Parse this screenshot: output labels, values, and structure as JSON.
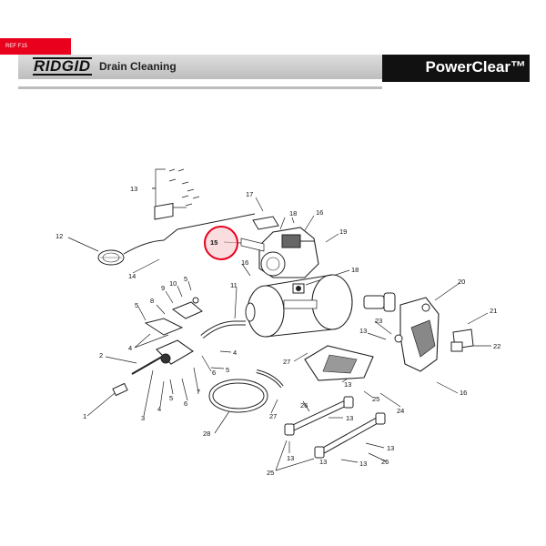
{
  "header": {
    "ref_tag": "REF F15",
    "brand": "RIDGID",
    "section": "Drain Cleaning",
    "product": "PowerClear™"
  },
  "callouts": [
    {
      "id": "c-13a",
      "text": "13"
    },
    {
      "id": "c-17",
      "text": "17"
    },
    {
      "id": "c-18a",
      "text": "18"
    },
    {
      "id": "c-16a",
      "text": "16"
    },
    {
      "id": "c-19",
      "text": "19"
    },
    {
      "id": "c-12",
      "text": "12"
    },
    {
      "id": "c-15",
      "text": "15"
    },
    {
      "id": "c-16b",
      "text": "16"
    },
    {
      "id": "c-18b",
      "text": "18"
    },
    {
      "id": "c-14",
      "text": "14"
    },
    {
      "id": "c-9",
      "text": "9"
    },
    {
      "id": "c-10",
      "text": "10"
    },
    {
      "id": "c-5a",
      "text": "5"
    },
    {
      "id": "c-11",
      "text": "11"
    },
    {
      "id": "c-5b",
      "text": "5"
    },
    {
      "id": "c-8",
      "text": "8"
    },
    {
      "id": "c-20",
      "text": "20"
    },
    {
      "id": "c-21",
      "text": "21"
    },
    {
      "id": "c-23",
      "text": "23"
    },
    {
      "id": "c-13b",
      "text": "13"
    },
    {
      "id": "c-4a",
      "text": "4"
    },
    {
      "id": "c-4b",
      "text": "4"
    },
    {
      "id": "c-22",
      "text": "22"
    },
    {
      "id": "c-2",
      "text": "2"
    },
    {
      "id": "c-27a",
      "text": "27"
    },
    {
      "id": "c-6a",
      "text": "6"
    },
    {
      "id": "c-5c",
      "text": "5"
    },
    {
      "id": "c-13c",
      "text": "13"
    },
    {
      "id": "c-7",
      "text": "7"
    },
    {
      "id": "c-16c",
      "text": "16"
    },
    {
      "id": "c-5d",
      "text": "5"
    },
    {
      "id": "c-6b",
      "text": "6"
    },
    {
      "id": "c-25a",
      "text": "25"
    },
    {
      "id": "c-1",
      "text": "1"
    },
    {
      "id": "c-3",
      "text": "3"
    },
    {
      "id": "c-4c",
      "text": "4"
    },
    {
      "id": "c-26a",
      "text": "26"
    },
    {
      "id": "c-24",
      "text": "24"
    },
    {
      "id": "c-13d",
      "text": "13"
    },
    {
      "id": "c-27b",
      "text": "27"
    },
    {
      "id": "c-28",
      "text": "28"
    },
    {
      "id": "c-13e",
      "text": "13"
    },
    {
      "id": "c-13f",
      "text": "13"
    },
    {
      "id": "c-13g",
      "text": "13"
    },
    {
      "id": "c-26b",
      "text": "26"
    },
    {
      "id": "c-13h",
      "text": "13"
    },
    {
      "id": "c-25b",
      "text": "25"
    }
  ],
  "highlight": {
    "label": "15",
    "color": "#e8001c"
  }
}
